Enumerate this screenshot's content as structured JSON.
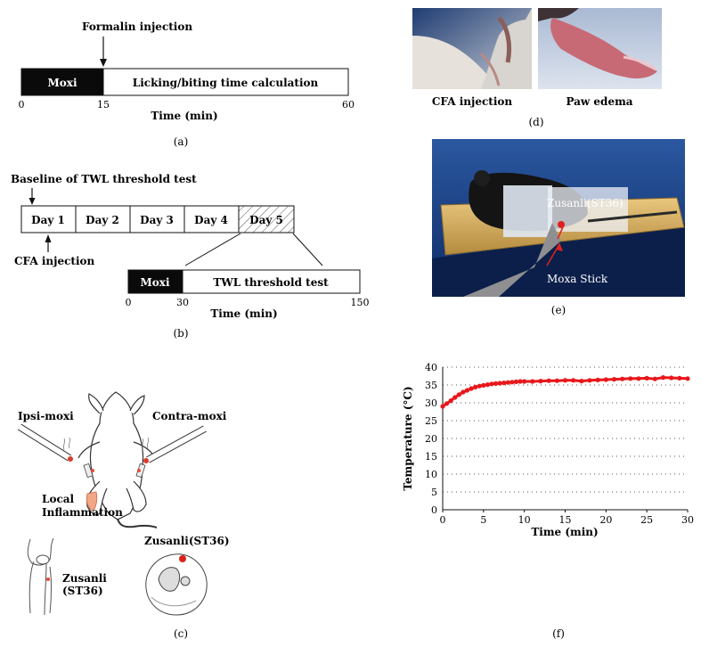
{
  "panel_a": {
    "label": "(a)",
    "event_label": "Formalin injection",
    "seg1_label": "Moxi",
    "seg2_label": "Licking/biting time calculation",
    "ticks": [
      "0",
      "15",
      "60"
    ],
    "axis_title": "Time (min)"
  },
  "panel_b": {
    "label": "(b)",
    "baseline_label": "Baseline of TWL threshold test",
    "days": [
      "Day 1",
      "Day 2",
      "Day 3",
      "Day 4",
      "Day 5"
    ],
    "injection_label": "CFA injection",
    "seg1_label": "Moxi",
    "seg2_label": "TWL threshold test",
    "ticks": [
      "0",
      "30",
      "150"
    ],
    "axis_title": "Time (min)"
  },
  "panel_c": {
    "label": "(c)",
    "ipsi_label": "Ipsi-moxi",
    "contra_label": "Contra-moxi",
    "inflammation_line1": "Local",
    "inflammation_line2": "Inflammation",
    "knee_label_line1": "Zusanli",
    "knee_label_line2": "(ST36)",
    "cross_label": "Zusanli(ST36)"
  },
  "panel_d": {
    "label": "(d)",
    "left_caption": "CFA injection",
    "right_caption": "Paw edema"
  },
  "panel_e": {
    "label": "(e)",
    "point_label": "Zusanli(ST36)",
    "stick_label": "Moxa Stick"
  },
  "panel_f": {
    "label": "(f)"
  },
  "chart_data": {
    "type": "line",
    "xlabel": "Time (min)",
    "ylabel": "Temperature (°C)",
    "xlim": [
      0,
      30
    ],
    "ylim": [
      0,
      40
    ],
    "x_ticks": [
      0,
      5,
      10,
      15,
      20,
      25,
      30
    ],
    "y_ticks": [
      0,
      5,
      10,
      15,
      20,
      25,
      30,
      35,
      40
    ],
    "grid": "horizontal dotted",
    "series": [
      {
        "color": "#e8171b",
        "x": [
          0,
          0.5,
          1,
          1.5,
          2,
          2.5,
          3,
          3.5,
          4,
          4.5,
          5,
          5.5,
          6,
          6.5,
          7,
          7.5,
          8,
          8.5,
          9,
          9.5,
          10,
          11,
          12,
          13,
          14,
          15,
          16,
          17,
          18,
          19,
          20,
          21,
          22,
          23,
          24,
          25,
          26,
          27,
          28,
          29,
          30
        ],
        "y": [
          29,
          29.8,
          30.6,
          31.5,
          32.3,
          33,
          33.5,
          34,
          34.4,
          34.7,
          34.9,
          35.1,
          35.3,
          35.4,
          35.5,
          35.6,
          35.7,
          35.8,
          35.9,
          36,
          36,
          36,
          36.1,
          36.2,
          36.2,
          36.3,
          36.3,
          36.1,
          36.3,
          36.4,
          36.5,
          36.6,
          36.7,
          36.8,
          36.8,
          36.9,
          36.7,
          37.1,
          37,
          36.9,
          36.8
        ]
      }
    ]
  }
}
